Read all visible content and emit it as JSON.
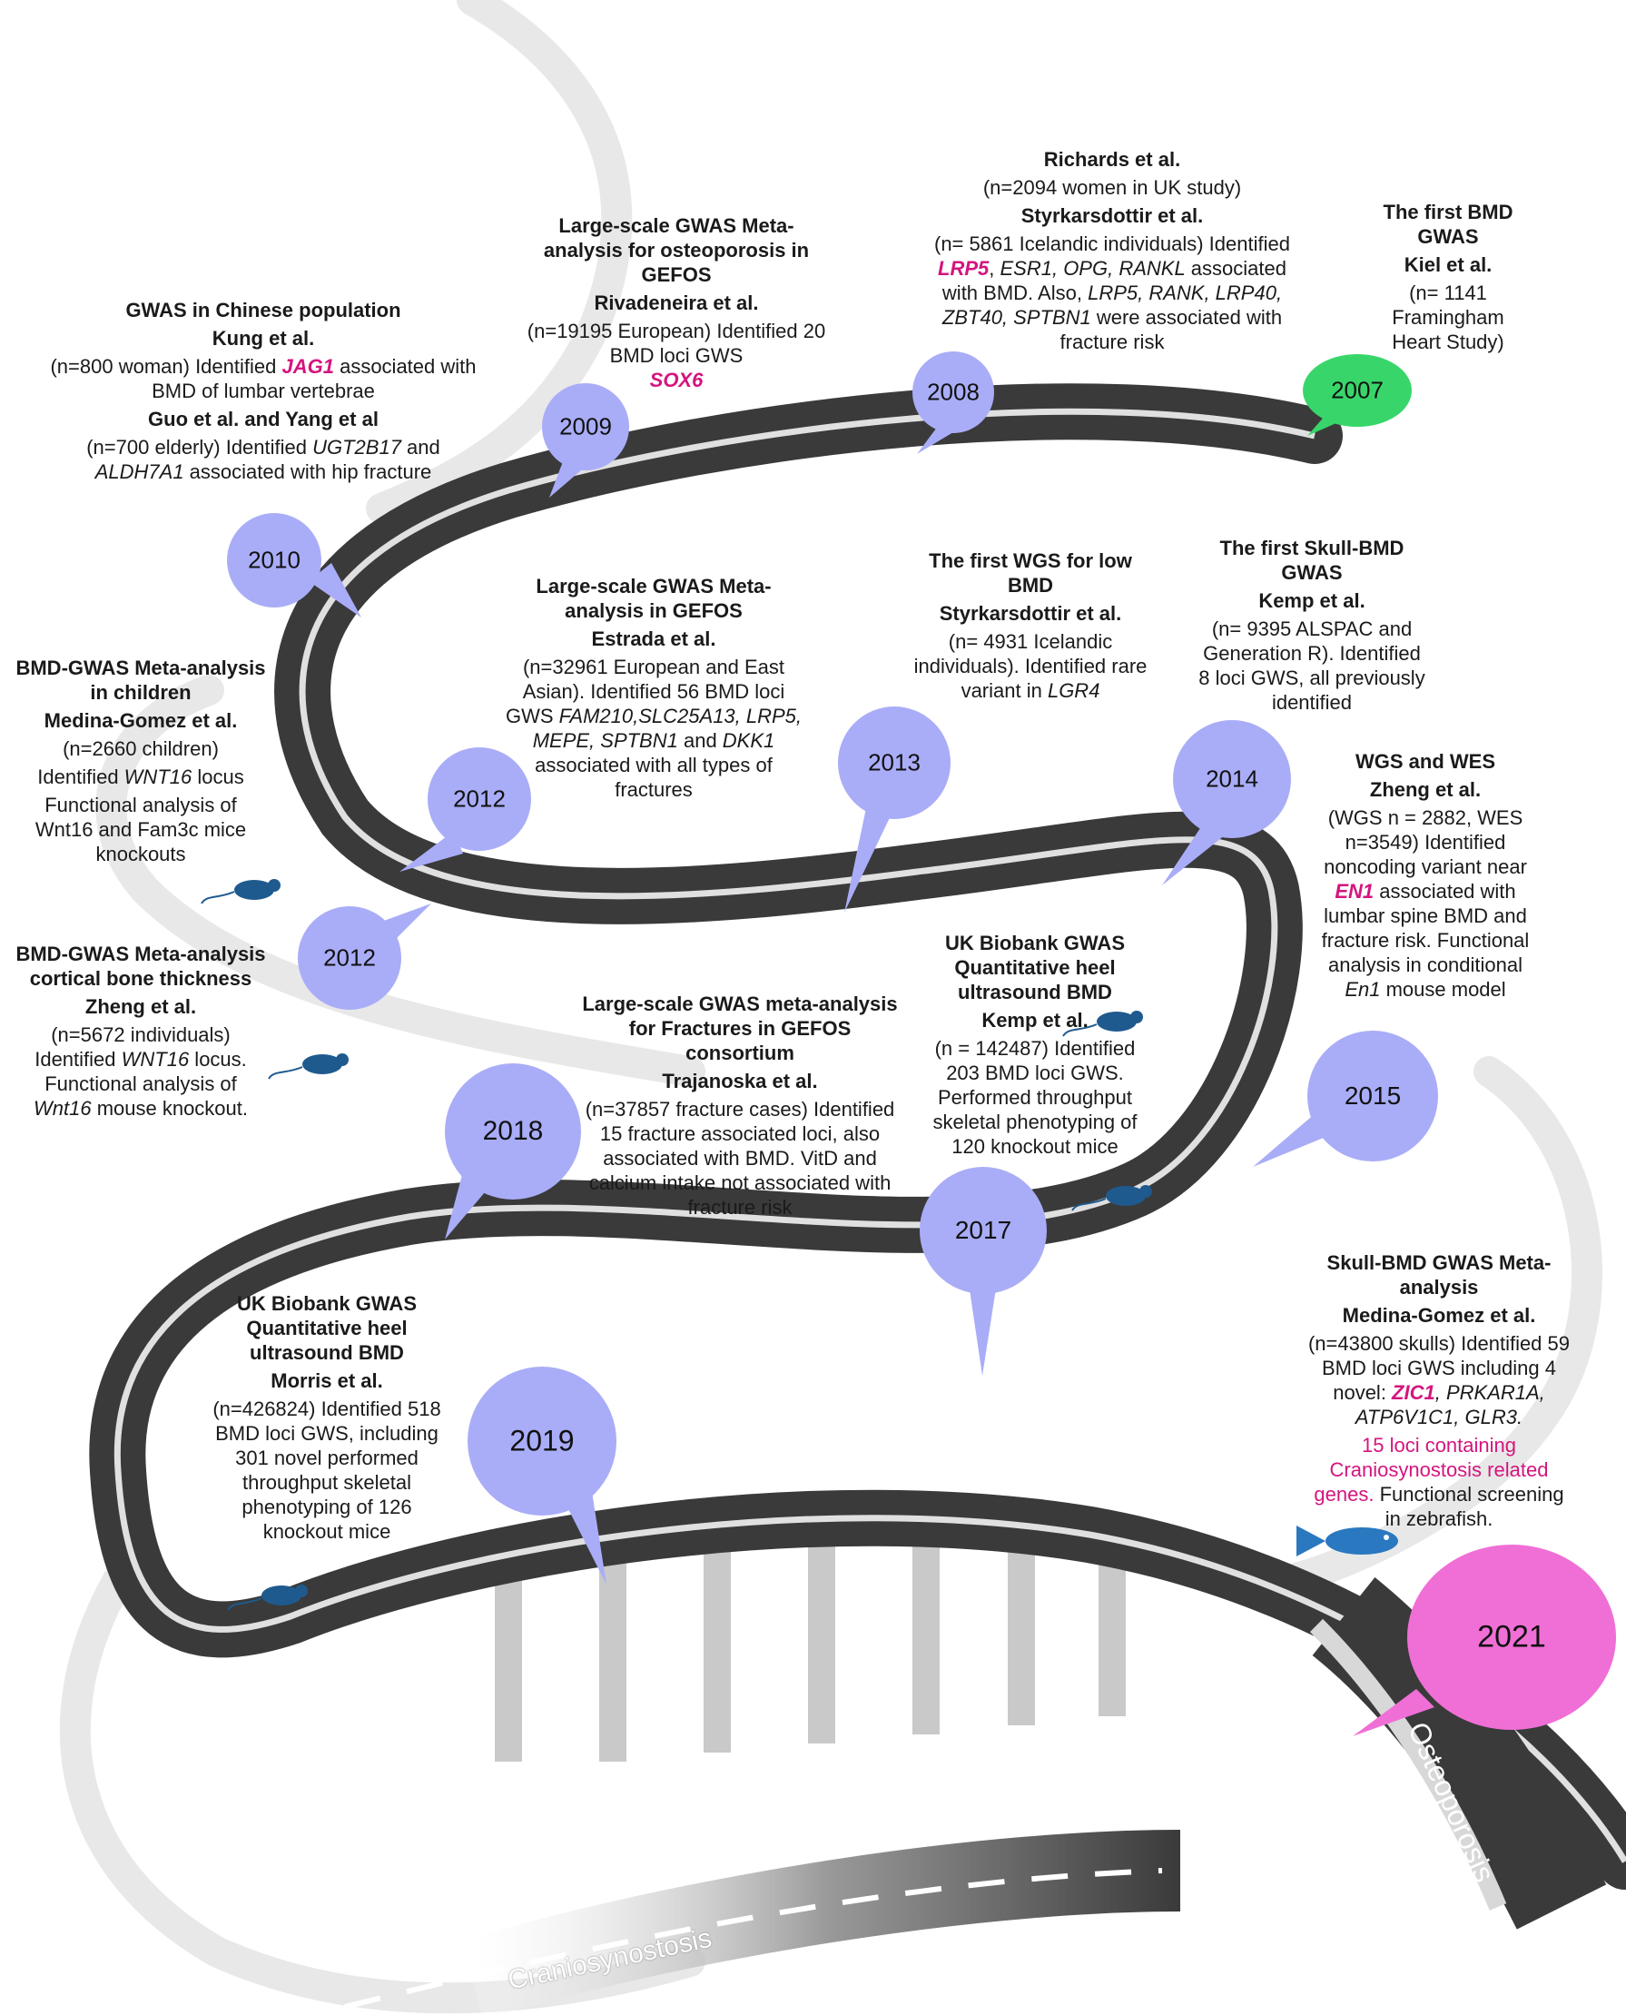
{
  "colors": {
    "road": "#3a3a3a",
    "bubble": "#a9adf7",
    "bubble_green": "#38d66a",
    "bubble_pink": "#f06fd6",
    "highlight": "#d4157e",
    "loop": "#e6e6e6"
  },
  "years": [
    "2007",
    "2008",
    "2009",
    "2010",
    "2012",
    "2012",
    "2013",
    "2014",
    "2015",
    "2017",
    "2018",
    "2019",
    "2021"
  ],
  "road_labels": {
    "end": "Osteoporosis",
    "start": "Craniosynostosis"
  },
  "studies": {
    "s2007": {
      "title": "The first BMD GWAS",
      "sub": "Kiel et al.",
      "desc": "(n= 1141 Framingham Heart Study)"
    },
    "s2008": {
      "title1": "Richards et al.",
      "desc1": "(n=2094 women in UK study)",
      "title2": "Styrkarsdottir et al.",
      "desc_a": "(n= 5861 Icelandic individuals) Identified ",
      "g_lrp5": "LRP5",
      "g_rest": "ESR1, OPG, RANKL",
      "desc_b": " associated with BMD. Also, ",
      "g_list2": "LRP5, RANK, LRP40, ZBT40, SPTBN1",
      "desc_c": " were associated with fracture risk"
    },
    "s2009": {
      "title": "Large-scale GWAS Meta-analysis for osteoporosis in GEFOS",
      "sub": "Rivadeneira et al.",
      "desc": "(n=19195 European) Identified 20 BMD loci GWS",
      "gene": "SOX6"
    },
    "s2010": {
      "title": "GWAS in Chinese population",
      "sub": "Kung et al.",
      "desc_a": "(n=800 woman) Identified ",
      "gene": "JAG1",
      "desc_b": " associated with BMD of lumbar vertebrae",
      "sub2": "Guo et al. and Yang et al",
      "desc2_a": "(n=700 elderly) Identified ",
      "gene2": "UGT2B17",
      "desc2_b": " and ",
      "gene3": "ALDH7A1",
      "desc2_c": " associated with hip fracture"
    },
    "s2012a": {
      "title": "BMD-GWAS Meta-analysis in children",
      "sub": "Medina-Gomez et al.",
      "desc1": "(n=2660 children)",
      "desc2_a": "Identified ",
      "gene": "WNT16",
      "desc2_b": " locus",
      "desc3": "Functional analysis of Wnt16 and Fam3c mice knockouts"
    },
    "s2012b": {
      "title": "BMD-GWAS Meta-analysis cortical bone thickness",
      "sub": "Zheng et al.",
      "desc_a": "(n=5672 individuals) Identified ",
      "gene": "WNT16",
      "desc_b": " locus. Functional analysis of ",
      "gene2": "Wnt16",
      "desc_c": " mouse knockout."
    },
    "s2011": {
      "title": "Large-scale GWAS Meta-analysis in GEFOS",
      "sub": "Estrada et al.",
      "desc_a": "(n=32961 European and East Asian). Identified 56 BMD loci GWS ",
      "genes": "FAM210,SLC25A13, LRP5, MEPE, SPTBN1",
      "desc_b": " and ",
      "gene2": "DKK1",
      "desc_c": " associated with all types of fractures"
    },
    "s2013": {
      "title": "The first WGS for low BMD",
      "sub": "Styrkarsdottir et al.",
      "desc_a": "(n= 4931 Icelandic individuals). Identified rare variant in ",
      "gene": "LGR4"
    },
    "s2014a": {
      "title": "The first Skull-BMD GWAS",
      "sub": "Kemp et al.",
      "desc": "(n= 9395 ALSPAC and Generation R). Identified 8 loci GWS, all previously identified"
    },
    "s2015": {
      "title": "WGS and WES",
      "sub": "Zheng et al.",
      "desc_a": "(WGS n = 2882, WES n=3549) Identified noncoding variant near ",
      "gene": "EN1",
      "desc_b": " associated with lumbar spine BMD and fracture risk. Functional analysis in conditional ",
      "gene2": "En1",
      "desc_c": " mouse model"
    },
    "s2017": {
      "title": "UK Biobank GWAS Quantitative heel ultrasound BMD",
      "sub": "Kemp et al.",
      "desc": "(n = 142487) Identified 203 BMD loci GWS. Performed throughput skeletal phenotyping of 120 knockout mice"
    },
    "s2018": {
      "title": "Large-scale GWAS meta-analysis for Fractures in GEFOS consortium",
      "sub": "Trajanoska et al.",
      "desc": "(n=37857 fracture cases) Identified 15 fracture associated loci, also associated with BMD. VitD and calcium intake not associated with fracture risk"
    },
    "s2019": {
      "title": "UK Biobank GWAS Quantitative heel ultrasound BMD",
      "sub": "Morris et al.",
      "desc": "(n=426824) Identified 518 BMD loci GWS, including 301 novel performed throughput skeletal phenotyping of 126 knockout mice"
    },
    "s2021": {
      "title": "Skull-BMD GWAS Meta-analysis",
      "sub": "Medina-Gomez et al.",
      "desc_a": "(n=43800 skulls) Identified 59 BMD loci GWS including 4 novel: ",
      "gene": "ZIC1",
      "genes2": ", PRKAR1A, ATP6V1C1, GLR3.",
      "pink_text": "15 loci containing Craniosynostosis related genes.",
      "desc_b": " Functional screening in zebrafish."
    }
  }
}
